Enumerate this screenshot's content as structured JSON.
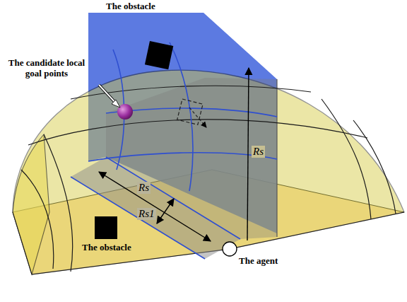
{
  "diagram": {
    "labels": [
      "The obstacle",
      "The candidate local goal points",
      "Rs",
      "Rs",
      "Rs1",
      "The obstacle",
      "The agent"
    ]
  }
}
